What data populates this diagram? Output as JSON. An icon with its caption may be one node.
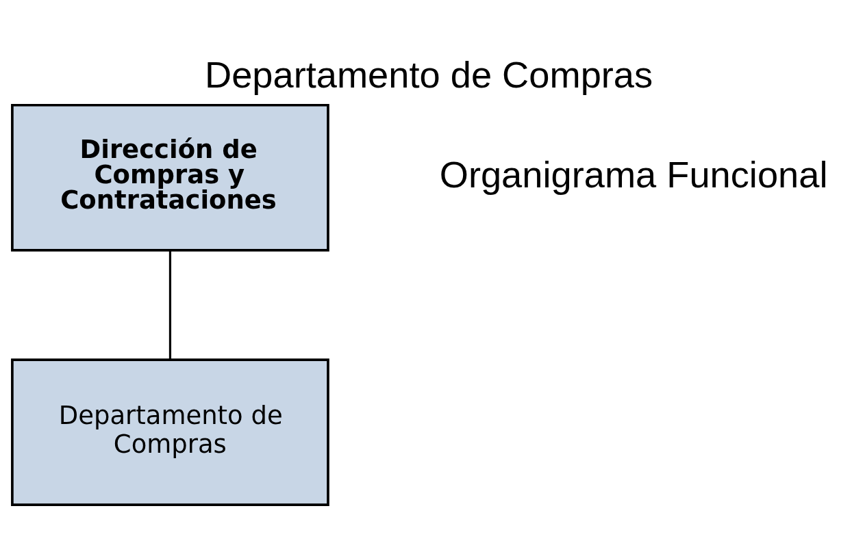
{
  "diagram": {
    "title": "Departamento de Compras",
    "nodes": [
      {
        "text": [
          "Dirección de Compras y Contrataciones"
        ]
      },
      {
        "text": [
          "Departamento de Compras"
        ]
      }
    ],
    "edges": [
      {
        "from": 0,
        "to": 1,
        "arrow": "none"
      }
    ],
    "labels": [
      "Organigrama Funcional"
    ]
  }
}
